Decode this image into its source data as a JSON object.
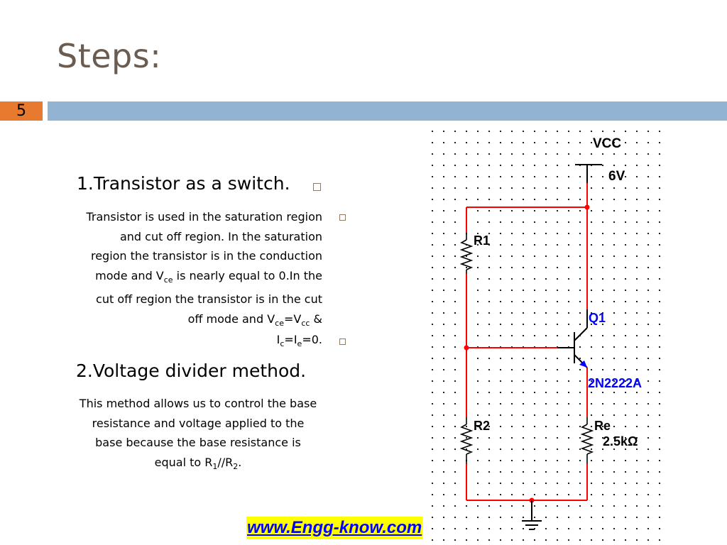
{
  "slide": {
    "title": "Steps:",
    "number": "5",
    "colors": {
      "title": "#6b5c51",
      "number_bg": "#e87a2f",
      "top_bar": "#92b4d2",
      "link": "#0000ff",
      "link_bg": "#ffff00",
      "wire": "#ff0000"
    }
  },
  "section1": {
    "heading": "1.Transistor as a switch.",
    "line1": "Transistor is used in the saturation region",
    "line2": "and cut off region. In the saturation",
    "line3": "region the transistor is in the conduction",
    "line4_pre": "mode and V",
    "line4_sub": "ce",
    "line4_post": " is nearly equal to 0.In the",
    "line5": "cut off region the transistor is in the cut",
    "line6_pre": "off mode and V",
    "line6_sub1": "ce",
    "line6_mid": "=V",
    "line6_sub2": "cc",
    "line6_post": "  &",
    "line7_pre": "I",
    "line7_sub1": "c",
    "line7_mid": "=I",
    "line7_sub2": "e",
    "line7_post": "=0."
  },
  "section2": {
    "heading": "2.Voltage divider method.",
    "line1": "This method allows us to control the base",
    "line2": "resistance and voltage applied to the",
    "line3": "base because the base resistance is",
    "line4_pre": "equal to R",
    "line4_sub1": "1",
    "line4_mid": "//R",
    "line4_sub2": "2",
    "line4_post": "."
  },
  "circuit": {
    "vcc_label": "VCC",
    "vcc_value": "6V",
    "r1_label": "R1",
    "r2_label": "R2",
    "re_label": "Re",
    "re_value": "2.5kΩ",
    "q_label": "Q1",
    "q_part": "2N2222A"
  },
  "footer": {
    "link_text": "www.Engg-know.com"
  }
}
